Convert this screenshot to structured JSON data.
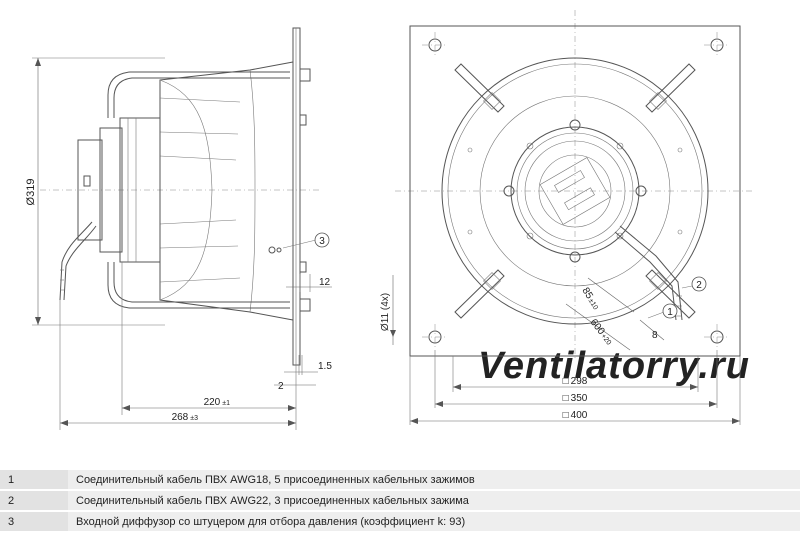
{
  "side_view": {
    "diameter": "Ø319",
    "dim_220": "220",
    "dim_220_tol": "±1",
    "dim_268": "268",
    "dim_268_tol": "±3",
    "dim_12": "12",
    "dim_2": "2",
    "dim_1_5": "1.5",
    "callout_3": "3"
  },
  "front_view": {
    "hole": "Ø11 (4x)",
    "dim_85": "85",
    "dim_85_tol": "±10",
    "dim_600": "600",
    "dim_600_tol": "+20",
    "dim_8": "8",
    "dim_298": "298",
    "dim_350": "350",
    "dim_400": "400",
    "square_symbol": "□",
    "callout_1": "1",
    "callout_2": "2"
  },
  "watermark": "Ventilatorry.ru",
  "legend": [
    {
      "num": "1",
      "text": "Соединительный кабель ПВХ AWG18, 5 присоединенных кабельных зажимов"
    },
    {
      "num": "2",
      "text": "Соединительный кабель ПВХ AWG22, 3 присоединенных кабельных зажима"
    },
    {
      "num": "3",
      "text": "Входной диффузор со штуцером для отбора давления (коэффициент k: 93)"
    }
  ]
}
